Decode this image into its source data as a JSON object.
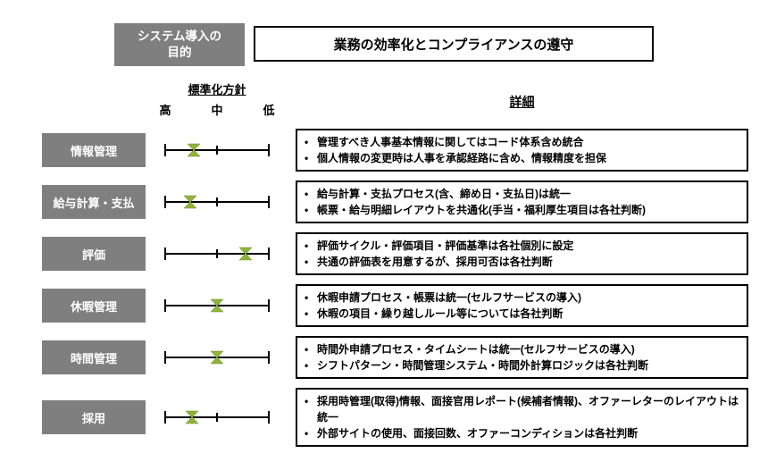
{
  "colors": {
    "label_bg": "#7f7f7f",
    "marker_green": "#8fb33c",
    "border": "#000000"
  },
  "header": {
    "purpose_title": "システム導入の\n目的",
    "purpose_value": "業務の効率化とコンプライアンスの遵守"
  },
  "scale_header": {
    "title": "標準化方針",
    "high": "高",
    "mid": "中",
    "low": "低"
  },
  "details_header": "詳細",
  "rows": [
    {
      "label": "情報管理",
      "marker_position": 0.28,
      "details": [
        "管理すべき人事基本情報に関してはコード体系含め統合",
        "個人情報の変更時は人事を承認経路に含め、情報精度を担保"
      ]
    },
    {
      "label": "給与計算・支払",
      "marker_position": 0.24,
      "details": [
        "給与計算・支払プロセス(含、締め日・支払日)は統一",
        "帳票・給与明細レイアウトを共通化(手当・福利厚生項目は各社判断)"
      ]
    },
    {
      "label": "評価",
      "marker_position": 0.78,
      "details": [
        "評価サイクル・評価項目・評価基準は各社個別に設定",
        "共通の評価表を用意するが、採用可否は各社判断"
      ]
    },
    {
      "label": "休暇管理",
      "marker_position": 0.5,
      "details": [
        "休暇申請プロセス・帳票は統一(セルフサービスの導入)",
        "休暇の項目・繰り越しルール等については各社判断"
      ]
    },
    {
      "label": "時間管理",
      "marker_position": 0.5,
      "details": [
        "時間外申請プロセス・タイムシートは統一(セルフサービスの導入)",
        "シフトパターン・時間管理システム・時間外計算ロジックは各社判断"
      ]
    },
    {
      "label": "採用",
      "marker_position": 0.26,
      "details": [
        "採用時管理(取得)情報、面接官用レポート(候補者情報)、オファーレターのレイアウトは統一",
        "外部サイトの使用、面接回数、オファーコンディションは各社判断"
      ]
    }
  ]
}
